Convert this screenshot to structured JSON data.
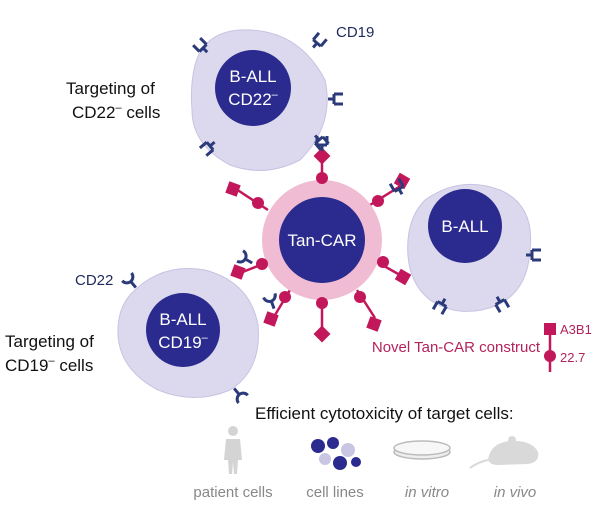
{
  "cells": {
    "top": {
      "line1": "B-ALL",
      "line2": "CD22",
      "sup": "–"
    },
    "tancar": {
      "label": "Tan-CAR"
    },
    "right": {
      "label": "B-ALL"
    },
    "bottom": {
      "line1": "B-ALL",
      "line2": "CD19",
      "sup": "–"
    }
  },
  "labels": {
    "cd19": "CD19",
    "cd22": "CD22",
    "targeting_top_line1": "Targeting of",
    "targeting_top_line2_prefix": "CD22",
    "targeting_top_line2_sup": "–",
    "targeting_top_line2_suffix": " cells",
    "targeting_bottom_line1": "Targeting of",
    "targeting_bottom_line2_prefix": "CD19",
    "targeting_bottom_line2_sup": "–",
    "targeting_bottom_line2_suffix": " cells"
  },
  "construct": {
    "title": "Novel Tan-CAR construct",
    "a3b1": "A3B1",
    "v227": "22.7"
  },
  "cytotoxicity": {
    "title": "Efficient cytotoxicity of target cells:",
    "items": [
      "patient cells",
      "cell lines",
      "in vitro",
      "in vivo"
    ]
  },
  "colors": {
    "cell_body": "#dcd9ee",
    "nucleus": "#2b2b8f",
    "receptor": "#2b3a7a",
    "car": "#c2185b",
    "tancar_ring": "#f0bcd3",
    "construct_text": "#b3245c",
    "gray_text": "#888888"
  },
  "icons": [
    "human-figure-icon",
    "cell-cluster-icon",
    "petri-dish-icon",
    "mouse-icon"
  ]
}
